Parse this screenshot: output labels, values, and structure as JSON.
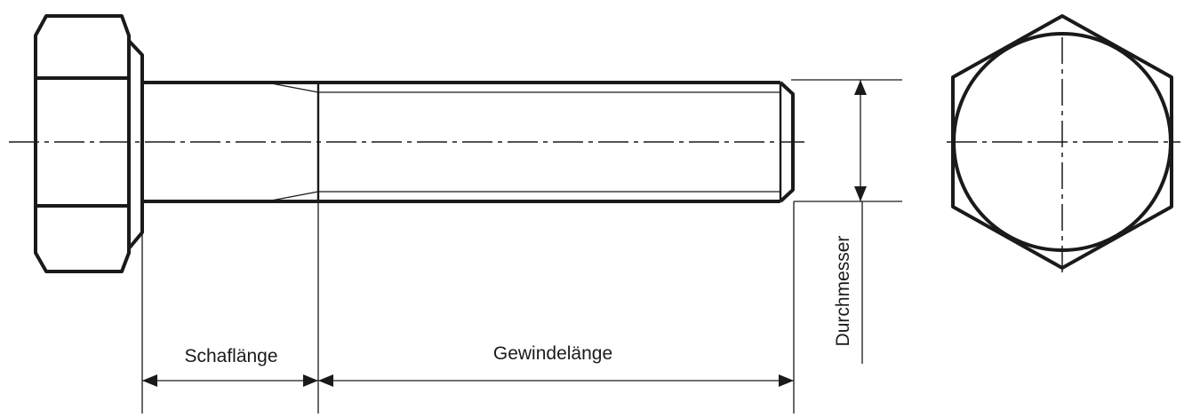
{
  "labels": {
    "shank_length": "Schaflänge",
    "thread_length": "Gewindelänge",
    "diameter": "Durchmesser"
  }
}
